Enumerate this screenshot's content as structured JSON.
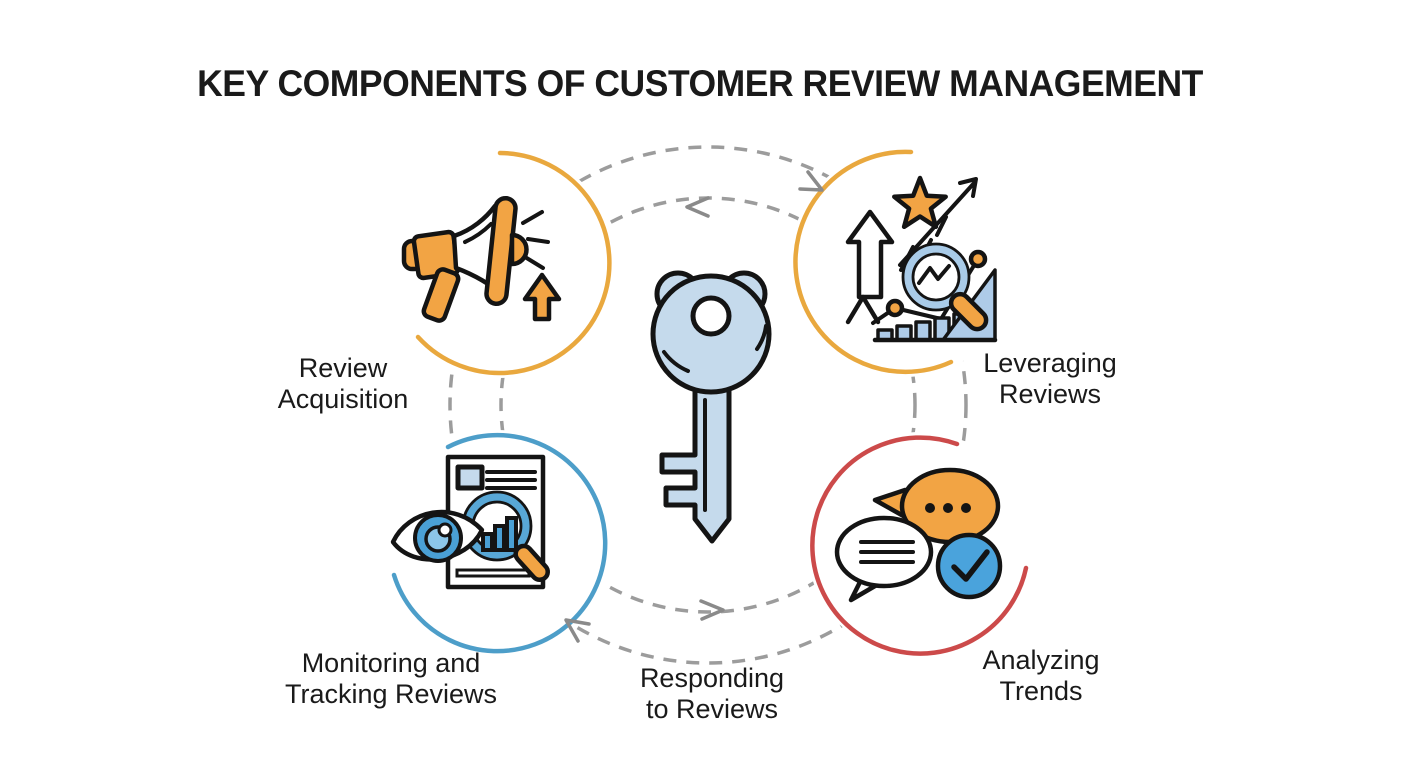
{
  "title": "KEY COMPONENTS OF CUSTOMER REVIEW MANAGEMENT",
  "nodes": [
    {
      "id": "review-acquisition",
      "label_lines": [
        "Review",
        "Acquisition"
      ],
      "ring_color": "#E9A83E",
      "icon": "megaphone-icon"
    },
    {
      "id": "leveraging-reviews",
      "label_lines": [
        "Leveraging",
        "Reviews"
      ],
      "ring_color": "#E9A83E",
      "icon": "growth-chart-magnifier-icon"
    },
    {
      "id": "monitoring-tracking",
      "label_lines": [
        "Monitoring and",
        "Tracking Reviews"
      ],
      "ring_color": "#4D9EC9",
      "icon": "eye-report-magnifier-icon"
    },
    {
      "id": "analyzing-trends",
      "label_lines": [
        "Analyzing",
        "Trends"
      ],
      "ring_color": "#CC4A4A",
      "icon": "chat-bubbles-check-icon"
    }
  ],
  "floating_label": {
    "lines": [
      "Responding",
      "to Reviews"
    ]
  },
  "center_icon": "key-icon",
  "icons": {
    "center": "key-icon",
    "top_left": "megaphone-icon",
    "top_right": "growth-chart-magnifier-icon",
    "bottom_left": "eye-report-magnifier-icon",
    "bottom_right": "chat-bubbles-check-icon"
  },
  "theme": {
    "bg": "#ffffff",
    "ink": "#141414",
    "label": "#1a1a1a",
    "dash_gray": "#9c9c9c",
    "arrow_gray": "#8a8a8a",
    "orange_fill": "#F2A444",
    "node_orange": "#E9A83E",
    "node_blue": "#4D9EC9",
    "node_red": "#CC4A4A",
    "ring_blue": "#58A7D6",
    "ring_blue_light": "#A9CBE8",
    "light_blue": "#C5DAEC",
    "bar_blue": "#AECBE8",
    "check_blue": "#4AA3DC",
    "iris_blue": "#4AA0D5",
    "pupil_blue": "#8CC6E9"
  }
}
